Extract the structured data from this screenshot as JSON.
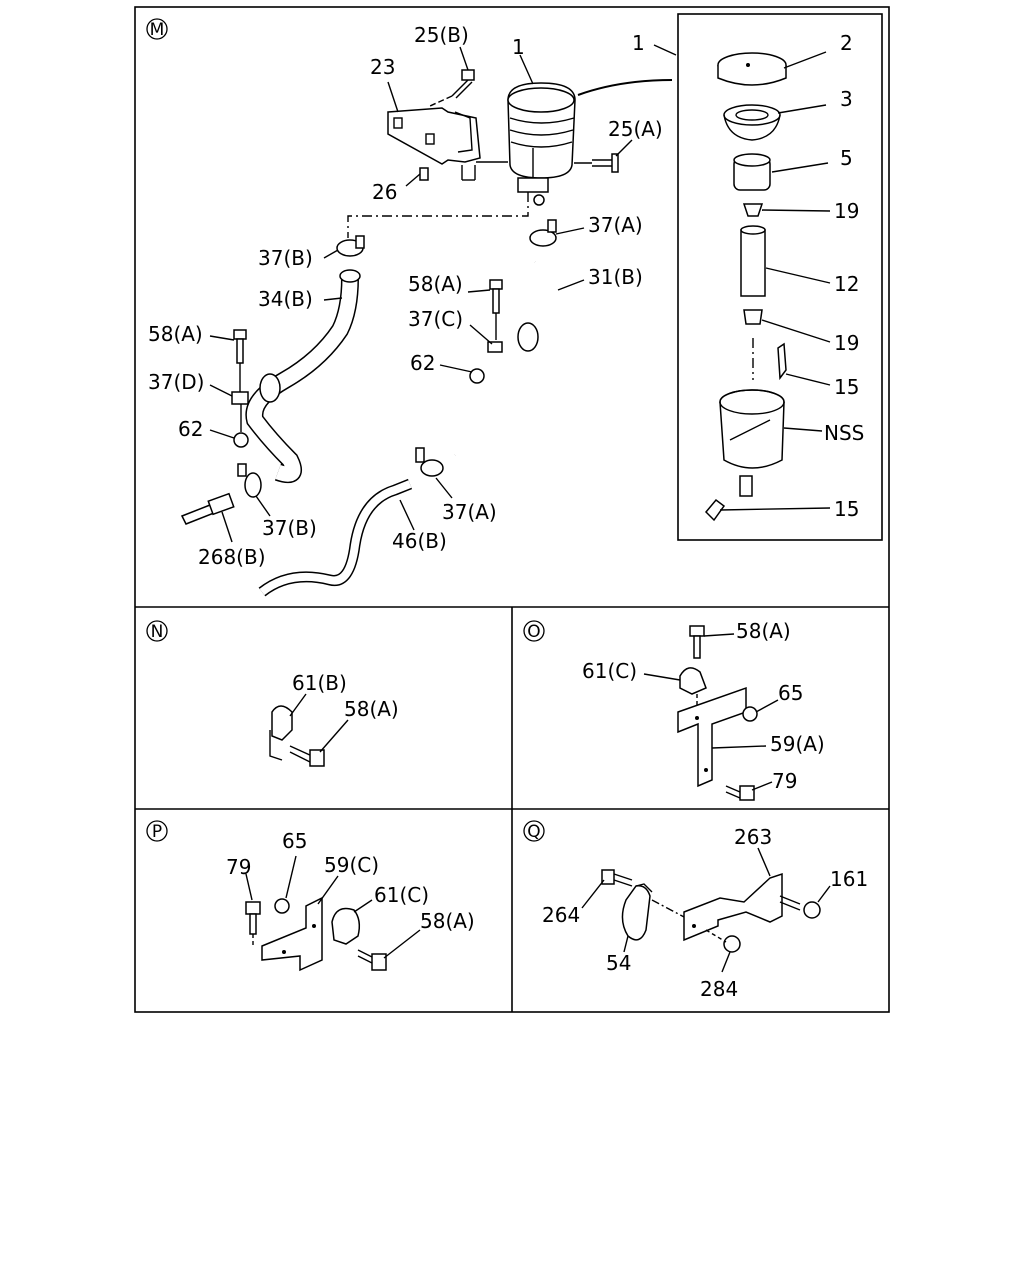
{
  "sections": {
    "M": "M",
    "N": "N",
    "O": "O",
    "P": "P",
    "Q": "Q"
  },
  "labels": {
    "m_1a": "1",
    "m_1b": "1",
    "m_2": "2",
    "m_3": "3",
    "m_5": "5",
    "m_19a": "19",
    "m_12": "12",
    "m_19b": "19",
    "m_15a": "15",
    "m_nss": "NSS",
    "m_15b": "15",
    "m_25b": "25(B)",
    "m_23": "23",
    "m_25a": "25(A)",
    "m_26": "26",
    "m_37a_top": "37(A)",
    "m_37b_top": "37(B)",
    "m_31b": "31(B)",
    "m_34b": "34(B)",
    "m_58a_mid": "58(A)",
    "m_37c": "37(C)",
    "m_58a_left": "58(A)",
    "m_62_mid": "62",
    "m_37d": "37(D)",
    "m_62_left": "62",
    "m_37a_bot": "37(A)",
    "m_37b_bot": "37(B)",
    "m_46b": "46(B)",
    "m_268b": "268(B)",
    "n_61b": "61(B)",
    "n_58a": "58(A)",
    "o_58a": "58(A)",
    "o_61c": "61(C)",
    "o_65": "65",
    "o_59a": "59(A)",
    "o_79": "79",
    "p_79": "79",
    "p_65": "65",
    "p_59c": "59(C)",
    "p_61c": "61(C)",
    "p_58a": "58(A)",
    "q_263": "263",
    "q_161": "161",
    "q_264": "264",
    "q_54": "54",
    "q_284": "284"
  }
}
